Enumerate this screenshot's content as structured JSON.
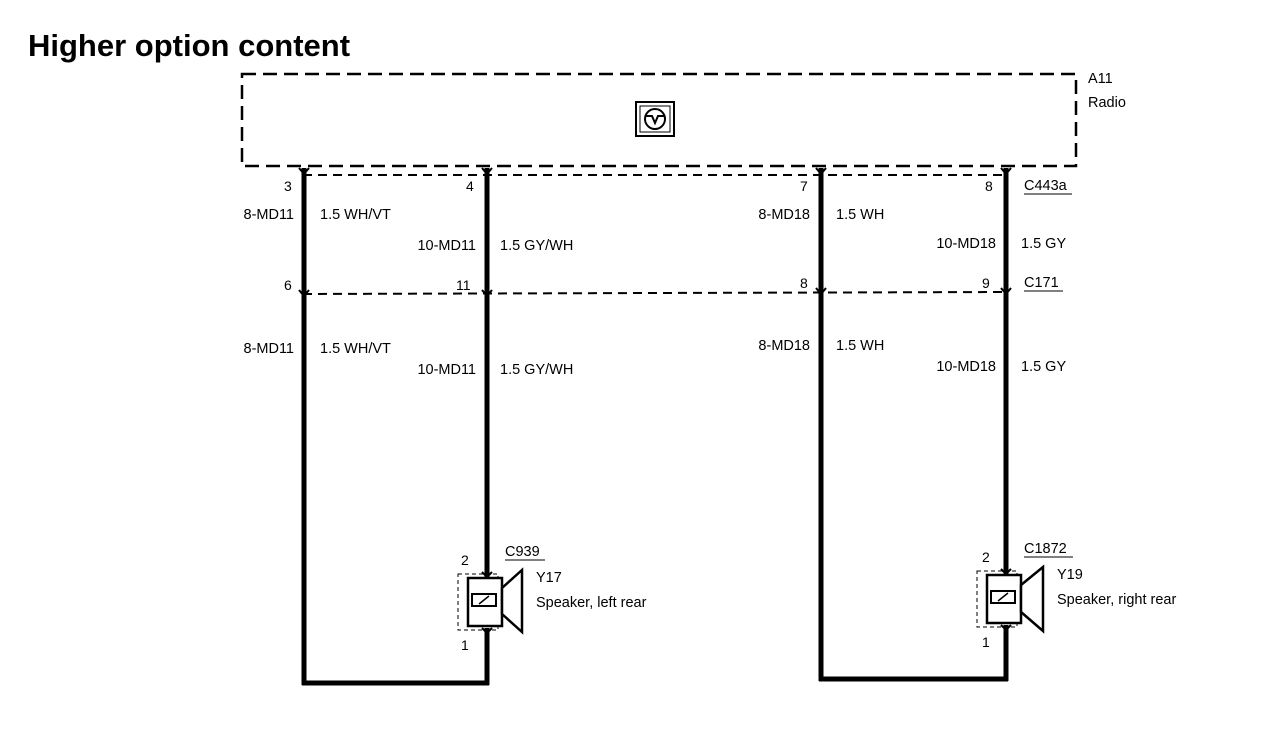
{
  "title": "Higher option content",
  "radio": {
    "id": "A11",
    "name": "Radio",
    "icon": "radio-symbol-icon"
  },
  "connectors": {
    "top": "C443a",
    "mid": "C171"
  },
  "wires": {
    "w1": {
      "pin_top": "3",
      "pin_mid": "6",
      "circuit": "8-MD11",
      "spec": "1.5 WH/VT"
    },
    "w2": {
      "pin_top": "4",
      "pin_mid": "11",
      "circuit": "10-MD11",
      "spec": "1.5 GY/WH"
    },
    "w3": {
      "pin_top": "7",
      "pin_mid": "8",
      "circuit": "8-MD18",
      "spec": "1.5 WH"
    },
    "w4": {
      "pin_top": "8",
      "pin_mid": "9",
      "circuit": "10-MD18",
      "spec": "1.5 GY"
    }
  },
  "speakers": {
    "left": {
      "connector": "C939",
      "id": "Y17",
      "name": "Speaker, left rear",
      "pin_top": "2",
      "pin_bottom": "1",
      "icon": "speaker-icon"
    },
    "right": {
      "connector": "C1872",
      "id": "Y19",
      "name": "Speaker, right rear",
      "pin_top": "2",
      "pin_bottom": "1",
      "icon": "speaker-icon"
    }
  }
}
